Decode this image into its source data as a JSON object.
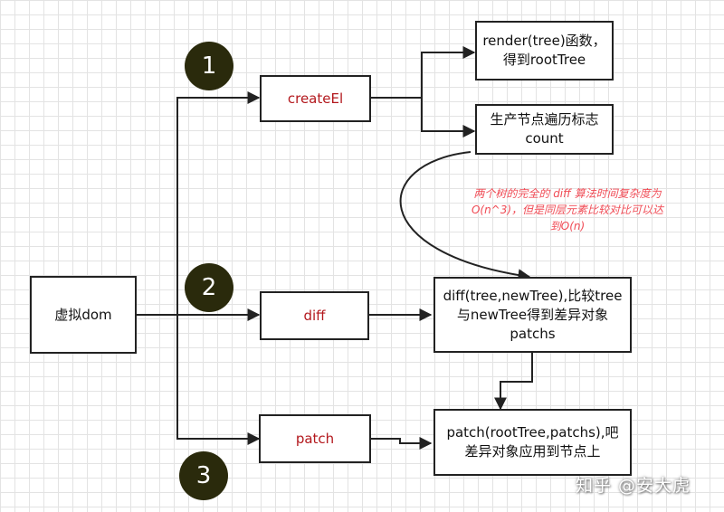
{
  "nodes": {
    "root": "虚拟dom",
    "create_el": "createEl",
    "render_tree": "render(tree)函数，得到rootTree",
    "traverse": "生产节点遍历标志count",
    "diff": "diff",
    "diff_desc": "diff(tree,newTree),比较tree与newTree得到差异对象patchs",
    "patch": "patch",
    "patch_desc": "patch(rootTree,patchs),吧差异对象应用到节点上"
  },
  "steps": {
    "one": "1",
    "two": "2",
    "three": "3"
  },
  "annotation": {
    "line1": "两个树的完全的 diff 算法时间复杂度为",
    "line2": "O(n^3)，但是同层元素比较对比可以达",
    "line3": "到O(n)"
  },
  "watermark": "知乎 @安大虎",
  "colors": {
    "step_label": "#b3181d",
    "annotation": "#f04b55",
    "badge": "#2a2a0c",
    "grid": "#e3e3e3"
  }
}
